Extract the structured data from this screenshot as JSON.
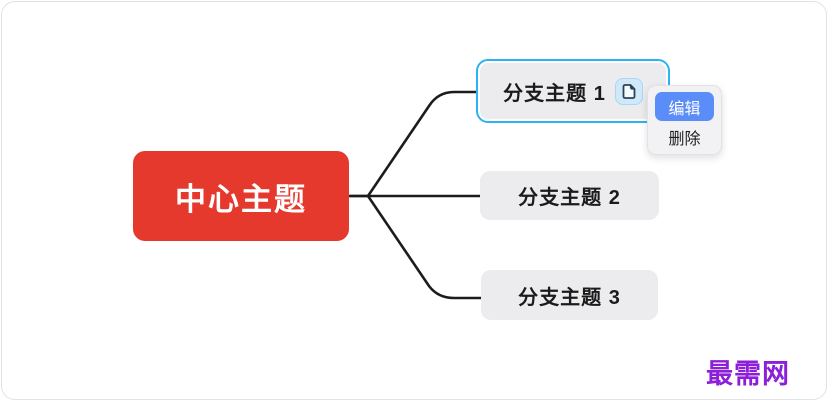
{
  "mindmap": {
    "central_topic": {
      "label": "中心主题",
      "bg_color": "#e6392e",
      "text_color": "#ffffff"
    },
    "branches": [
      {
        "label": "分支主题 1",
        "selected": true,
        "has_note_icon": true
      },
      {
        "label": "分支主题 2",
        "selected": false,
        "has_note_icon": false
      },
      {
        "label": "分支主题 3",
        "selected": false,
        "has_note_icon": false
      }
    ],
    "node_bg_color": "#ececee",
    "selection_color": "#2bb3f3",
    "connector_color": "#1c1c1c"
  },
  "context_menu": {
    "items": [
      {
        "label": "编辑",
        "highlighted": true
      },
      {
        "label": "删除",
        "highlighted": false
      }
    ],
    "highlight_color": "#5b8df8"
  },
  "icons": {
    "note_icon": "note-icon"
  },
  "watermark": {
    "text": "最需网",
    "color": "#8e1fd9"
  }
}
